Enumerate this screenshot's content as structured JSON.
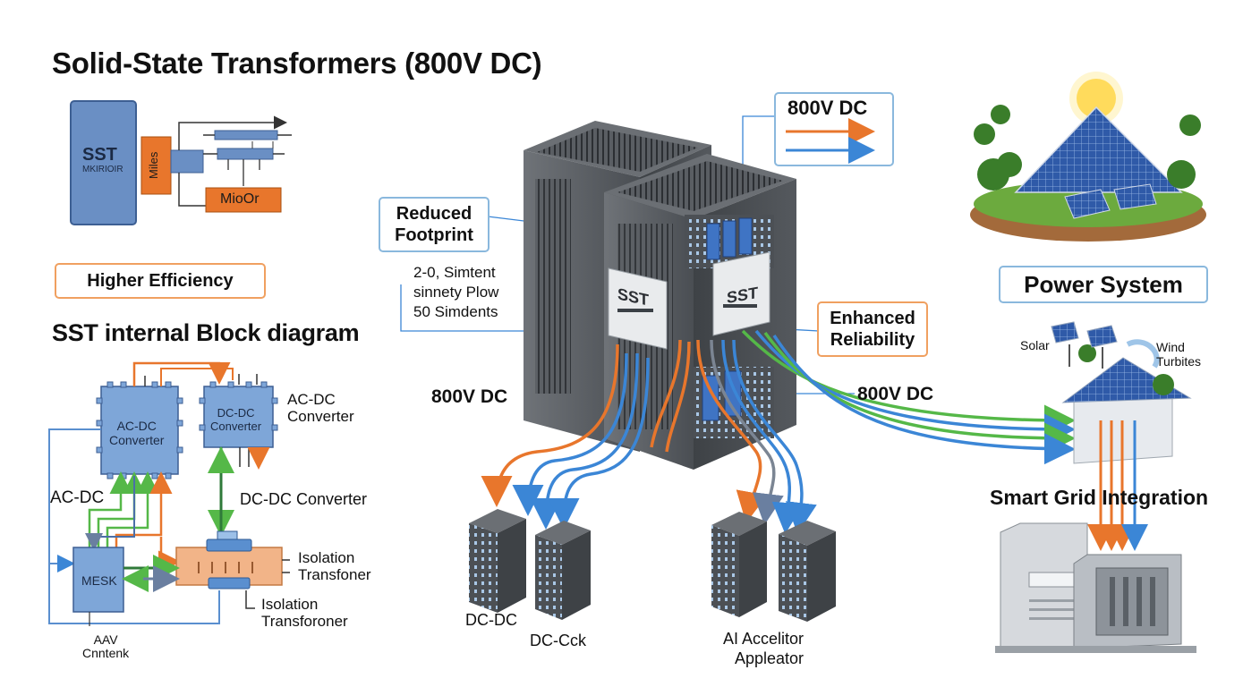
{
  "title": "Solid-State Transformers (800V DC)",
  "top_left_block": {
    "sst_label": "SST",
    "sst_sub": "MKIRIOIR",
    "orange_label": "Miles",
    "motor_label": "MioOr"
  },
  "higher_efficiency": "Higher Efficiency",
  "block_diagram": {
    "heading": "SST internal Block diagram",
    "ac_dc_block": "AC-DC\nConverter",
    "dc_dc_block": "DC-DC\nConverter",
    "side_ac_dc_converter": "AC-DC\nConverter",
    "ac_dc_label": "AC-DC",
    "dc_dc_converter_label": "DC-DC Converter",
    "mesk_block": "MESK",
    "isolation_label_1": "Isolation\nTransfoner",
    "isolation_label_2": "Isolation\nTransforoner",
    "aav_label": "AAV\nCnntenk"
  },
  "center": {
    "reduced_footprint": "Reduced\nFootprint",
    "note": "2-0, Simtent\nsinnety Plow\n50 Simdents",
    "sst_panel_1": "SST",
    "sst_panel_2": "SST",
    "dc_label_left": "800V DC",
    "dc_label_right": "800V DC",
    "legend_title": "800V DC",
    "enhanced_reliability": "Enhanced\nReliability",
    "dc_dc_rack": "DC-DC",
    "dc_cck_rack": "DC-Cck",
    "ai_label": "AI Accelitor\nAppleator"
  },
  "right": {
    "power_system": "Power System",
    "solar": "Solar",
    "wind": "Wind\nTurbites",
    "smart_grid": "Smart Grid Integration"
  },
  "colors": {
    "orange": "#e8762c",
    "blue": "#3b86d6",
    "green": "#55b848",
    "block_blue": "#7ea6d8",
    "slate": "#5b80b8"
  }
}
